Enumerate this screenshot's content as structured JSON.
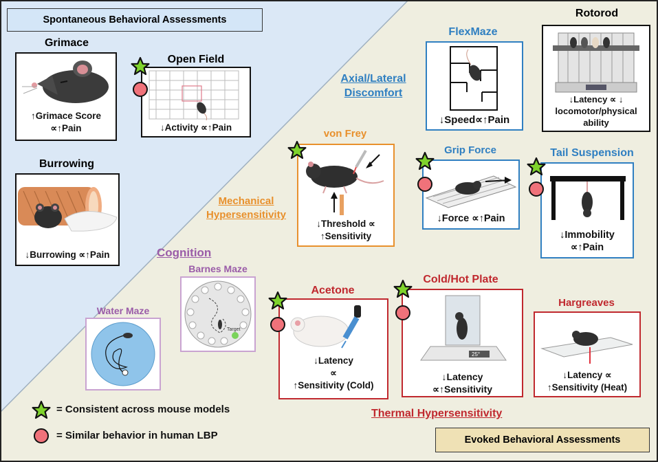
{
  "headers": {
    "spontaneous": "Spontaneous Behavioral Assessments",
    "evoked": "Evoked Behavioral Assessments"
  },
  "categories": {
    "axial": [
      "Axial/Lateral",
      "Discomfort"
    ],
    "mechanical": [
      "Mechanical",
      "Hypersensitivity"
    ],
    "cognition": "Cognition",
    "thermal": "Thermal Hypersensitivity"
  },
  "assays": {
    "grimace": {
      "title": "Grimace",
      "caption": [
        "↑Grimace Score",
        "∝↑Pain"
      ]
    },
    "open_field": {
      "title": "Open Field",
      "caption": [
        "↓Activity ∝↑Pain"
      ]
    },
    "burrowing": {
      "title": "Burrowing",
      "caption": [
        "↓Burrowing ∝↑Pain"
      ]
    },
    "flexmaze": {
      "title": "FlexMaze",
      "caption": [
        "↓Speed∝↑Pain"
      ]
    },
    "rotorod": {
      "title": "Rotorod",
      "caption": [
        "↓Latency ∝ ↓",
        "locomotor/physical",
        "ability"
      ]
    },
    "von_frey": {
      "title": "von Frey",
      "caption": [
        "↓Threshold ∝",
        "↑Sensitivity"
      ]
    },
    "grip_force": {
      "title": "Grip Force",
      "caption": [
        "↓Force ∝↑Pain"
      ]
    },
    "tail_suspension": {
      "title": "Tail Suspension",
      "caption": [
        "↓Immobility",
        "∝↑Pain"
      ]
    },
    "barnes_maze": {
      "title": "Barnes Maze",
      "target_label": "Target"
    },
    "water_maze": {
      "title": "Water Maze"
    },
    "acetone": {
      "title": "Acetone",
      "caption": [
        "↓Latency",
        "∝",
        "↑Sensitivity (Cold)"
      ]
    },
    "cold_hot_plate": {
      "title": "Cold/Hot Plate",
      "caption": [
        "↓Latency",
        "∝↑Sensitivity"
      ],
      "display": "25°"
    },
    "hargreaves": {
      "title": "Hargreaves",
      "caption": [
        "↓Latency ∝",
        "↑Sensitivity (Heat)"
      ]
    }
  },
  "legend": {
    "star": "= Consistent across mouse models",
    "circle": "= Similar behavior in human LBP"
  },
  "colors": {
    "spontaneous_bg": "#dbe8f6",
    "evoked_bg": "#efeee0",
    "blue": "#2f7fc1",
    "orange": "#e8902c",
    "red": "#c0282e",
    "purple": "#9a5ca8",
    "star": "#7fd32c",
    "circle": "#f0727a"
  },
  "icons": [
    "star-icon",
    "circle-icon",
    "mouse-icon"
  ]
}
